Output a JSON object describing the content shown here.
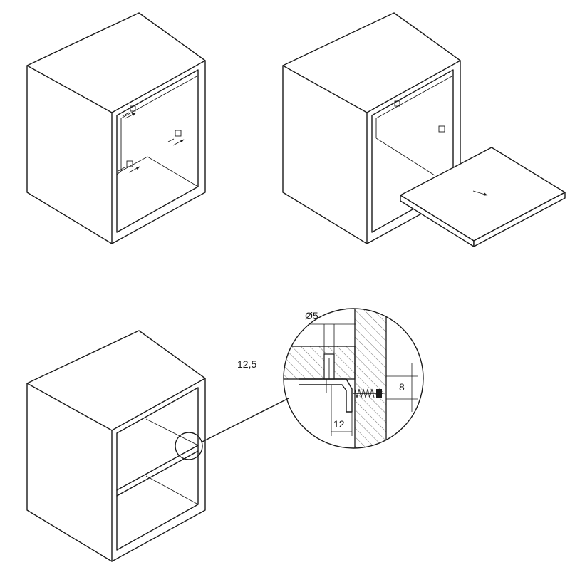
{
  "detail": {
    "diameter_label": "Ø5",
    "thickness_label": "12,5",
    "depth_label": "12",
    "height_label": "8"
  }
}
